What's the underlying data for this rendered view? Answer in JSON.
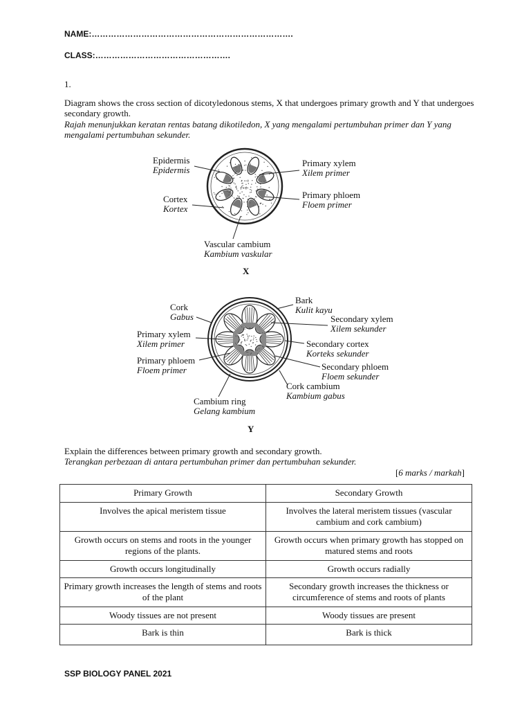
{
  "header": {
    "name_label": "NAME:……………………………………………………………….",
    "class_label": "CLASS:…………………………………………."
  },
  "question": {
    "number": "1.",
    "intro_en": "Diagram shows the cross section of dicotyledonous stems, X that undergoes primary growth and Y that undergoes secondary growth.",
    "intro_ms": "Rajah menunjukkan keratan rentas batang dikotiledon, X yang mengalami pertumbuhan primer dan Y yang mengalami pertumbuhan sekunder.",
    "prompt_en": "Explain the differences between primary growth and secondary growth.",
    "prompt_ms": "Terangkan perbezaan di antara pertumbuhan primer dan pertumbuhan sekunder.",
    "marks_open": "[",
    "marks_text": "6 marks / markah",
    "marks_close": "]"
  },
  "diagram_x": {
    "caption": "X",
    "labels": {
      "epidermis": {
        "en": "Epidermis",
        "ms": "Epidermis"
      },
      "cortex": {
        "en": "Cortex",
        "ms": "Kortex"
      },
      "primary_xylem": {
        "en": "Primary xylem",
        "ms": "Xilem primer"
      },
      "primary_phloem": {
        "en": "Primary phloem",
        "ms": "Floem primer"
      },
      "vascular_cambium": {
        "en": "Vascular cambium",
        "ms": "Kambium vaskular"
      }
    }
  },
  "diagram_y": {
    "caption": "Y",
    "labels": {
      "cork": {
        "en": "Cork",
        "ms": "Gabus"
      },
      "primary_xylem": {
        "en": "Primary xylem",
        "ms": "Xilem primer"
      },
      "primary_phloem": {
        "en": "Primary phloem",
        "ms": "Floem primer"
      },
      "cambium_ring": {
        "en": "Cambium ring",
        "ms": "Gelang kambium"
      },
      "bark": {
        "en": "Bark",
        "ms": "Kulit kayu"
      },
      "secondary_xylem": {
        "en": "Secondary xylem",
        "ms": "Xilem sekunder"
      },
      "secondary_cortex": {
        "en": "Secondary cortex",
        "ms": "Korteks sekunder"
      },
      "secondary_phloem": {
        "en": "Secondary phloem",
        "ms": "Floem sekunder"
      },
      "cork_cambium": {
        "en": "Cork cambium",
        "ms": "Kambium gabus"
      }
    }
  },
  "table": {
    "headers": [
      "Primary Growth",
      "Secondary Growth"
    ],
    "rows": [
      [
        "Involves the apical meristem tissue",
        "Involves the lateral meristem tissues (vascular cambium and cork cambium)"
      ],
      [
        "Growth occurs on stems and roots in the younger regions of the plants.",
        "Growth occurs when primary growth has stopped on matured stems and roots"
      ],
      [
        "Growth occurs longitudinally",
        "Growth occurs radially"
      ],
      [
        "Primary growth increases the length of stems and roots of the plant",
        "Secondary growth increases the thickness or circumference of stems and roots of plants"
      ],
      [
        "Woody tissues are not present",
        "Woody tissues are present"
      ],
      [
        "Bark is thin",
        "Bark is thick"
      ]
    ]
  },
  "footer": {
    "text": "SSP BIOLOGY PANEL 2021"
  }
}
